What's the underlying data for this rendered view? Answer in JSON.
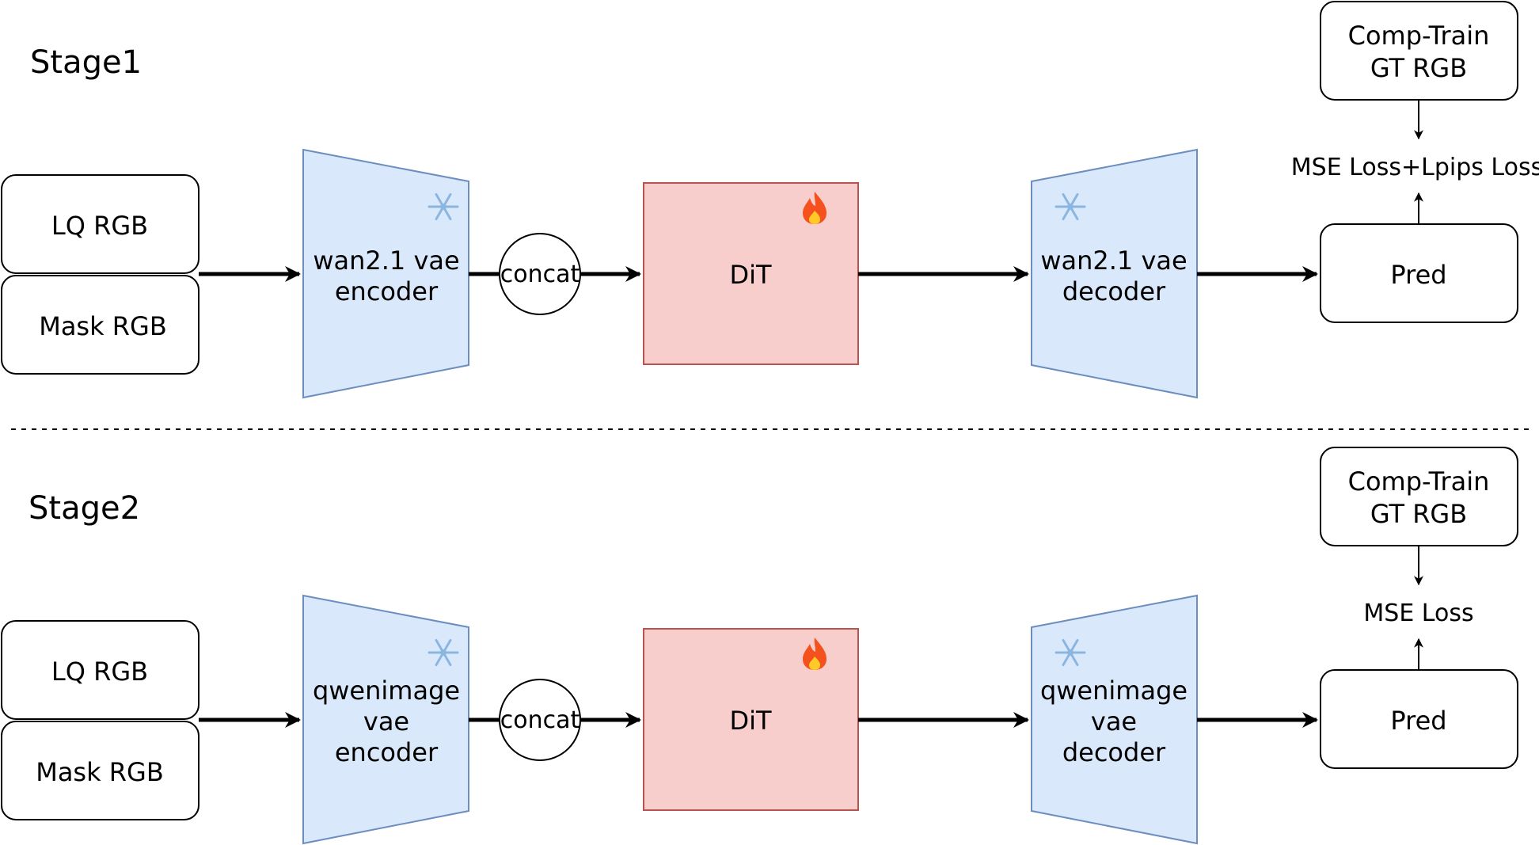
{
  "colors": {
    "vae_fill": "#dae8fc",
    "vae_stroke": "#6c8ebf",
    "dit_fill": "#f8cecc",
    "dit_stroke": "#b85450",
    "line": "#000000"
  },
  "icons": {
    "frozen": "snowflake-icon",
    "trainable": "fire-icon"
  },
  "stage1": {
    "title": "Stage1",
    "input_lq": "LQ RGB",
    "input_mask": "Mask RGB",
    "encoder": [
      "wan2.1 vae",
      "encoder"
    ],
    "concat": "concat",
    "dit": "DiT",
    "decoder": [
      "wan2.1 vae",
      "decoder"
    ],
    "pred": "Pred",
    "gt": [
      "Comp-Train",
      "GT RGB"
    ],
    "loss": "MSE Loss+Lpips Loss"
  },
  "stage2": {
    "title": "Stage2",
    "input_lq": "LQ RGB",
    "input_mask": "Mask RGB",
    "encoder": [
      "qwenimage",
      "vae",
      "encoder"
    ],
    "concat": "concat",
    "dit": "DiT",
    "decoder": [
      "qwenimage",
      "vae",
      "decoder"
    ],
    "pred": "Pred",
    "gt": [
      "Comp-Train",
      "GT RGB"
    ],
    "loss": "MSE Loss"
  }
}
